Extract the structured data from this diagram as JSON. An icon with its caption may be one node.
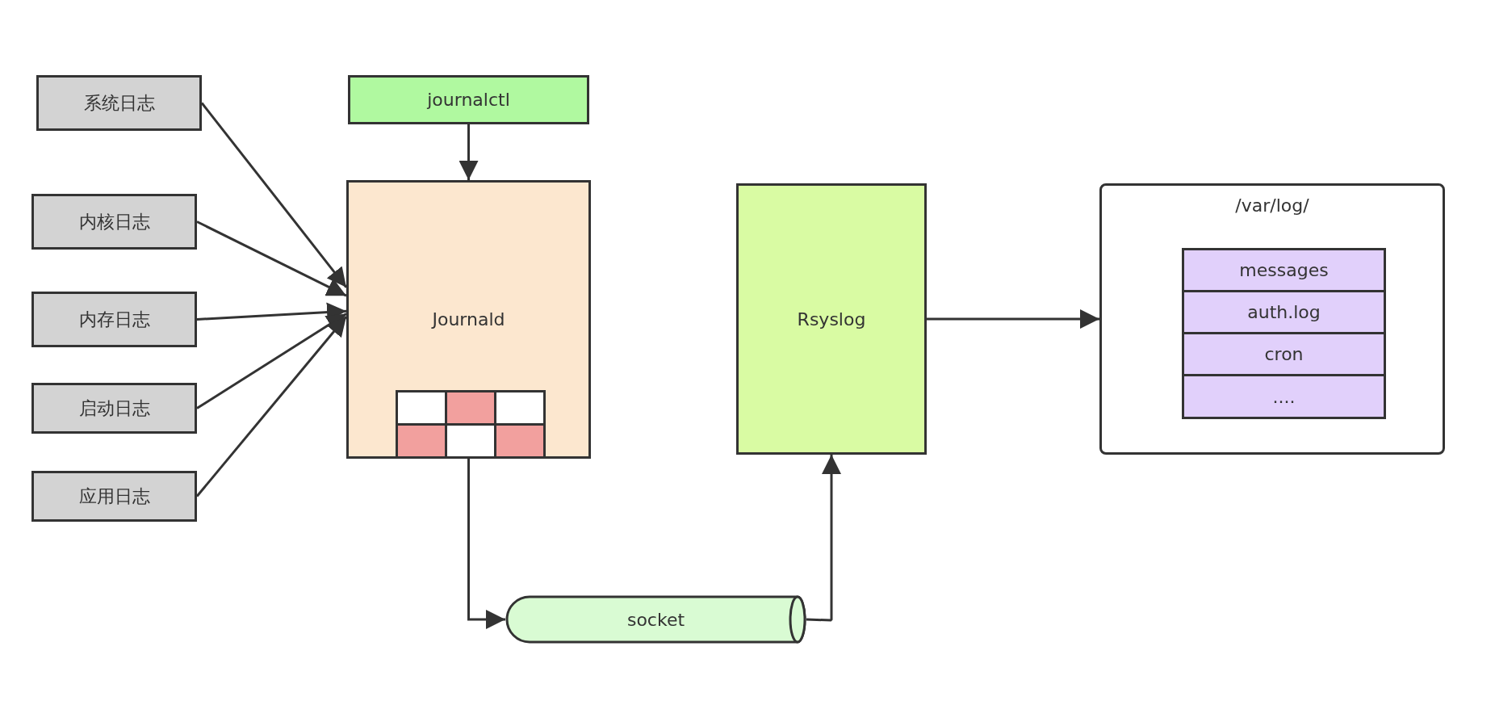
{
  "diagram": {
    "nodes": [
      {
        "text": [
          "系统日志"
        ]
      },
      {
        "text": [
          "内核日志"
        ]
      },
      {
        "text": [
          "内存日志"
        ]
      },
      {
        "text": [
          "启动日志"
        ]
      },
      {
        "text": [
          "应用日志"
        ]
      },
      {
        "text": [
          "journalctl"
        ]
      },
      {
        "text": [
          "Journald"
        ]
      },
      {
        "text": [
          "Rsyslog"
        ]
      },
      {
        "text": [
          "/var/log/"
        ]
      },
      {
        "text": [
          "messages"
        ],
        "in": 8
      },
      {
        "text": [
          "auth.log"
        ],
        "in": 8
      },
      {
        "text": [
          "cron"
        ],
        "in": 8
      },
      {
        "text": [
          "...."
        ],
        "in": 8
      },
      {
        "text": [
          "socket"
        ]
      }
    ],
    "edges": [
      {
        "from": 0,
        "to": 6,
        "arrow": "to"
      },
      {
        "from": 1,
        "to": 6,
        "arrow": "to"
      },
      {
        "from": 2,
        "to": 6,
        "arrow": "to"
      },
      {
        "from": 3,
        "to": 6,
        "arrow": "to"
      },
      {
        "from": 4,
        "to": 6,
        "arrow": "to"
      },
      {
        "from": 5,
        "to": 6,
        "arrow": "to"
      },
      {
        "from": 6,
        "to": 13,
        "arrow": "to"
      },
      {
        "from": 13,
        "to": 7,
        "arrow": "to"
      },
      {
        "from": 7,
        "to": 8,
        "arrow": "to"
      }
    ]
  }
}
